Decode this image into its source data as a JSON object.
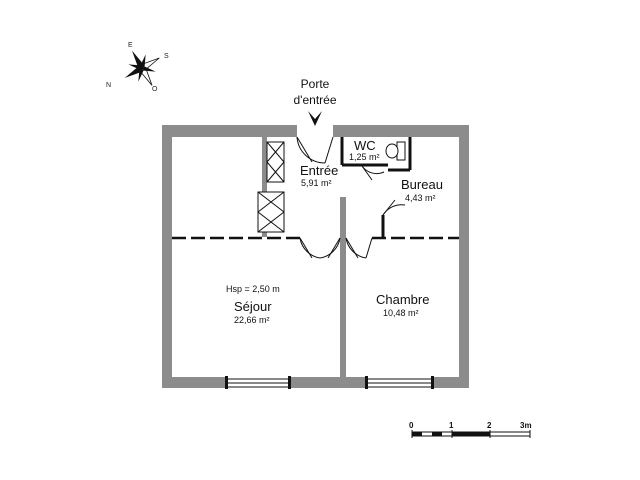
{
  "entrance": {
    "line1": "Porte",
    "line2": "d'entrée"
  },
  "rooms": {
    "wc": {
      "name": "WC",
      "area": "1,25 m²"
    },
    "entree": {
      "name": "Entrée",
      "area": "5,91 m²"
    },
    "bureau": {
      "name": "Bureau",
      "area": "4,43 m²"
    },
    "sejour": {
      "name": "Séjour",
      "area": "22,66 m²",
      "height": "Hsp = 2,50 m"
    },
    "chambre": {
      "name": "Chambre",
      "area": "10,48 m²"
    }
  },
  "scale": {
    "labels": [
      "0",
      "1",
      "2",
      "3m"
    ]
  },
  "compass": {
    "letters": [
      "N",
      "E",
      "S",
      "O"
    ]
  },
  "colors": {
    "wall": "#8c8c8c",
    "line": "#111111"
  }
}
